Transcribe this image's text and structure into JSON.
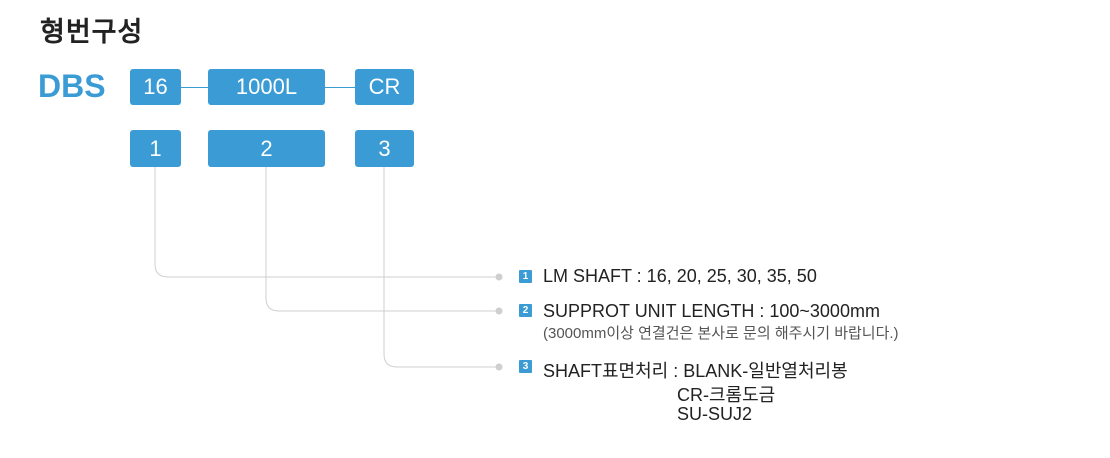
{
  "title": "형번구성",
  "model": "DBS",
  "code_parts": [
    "16",
    "1000L",
    "CR"
  ],
  "part_numbers": [
    "1",
    "2",
    "3"
  ],
  "items": [
    {
      "badge": "1",
      "text": "LM SHAFT : 16, 20, 25, 30, 35, 50"
    },
    {
      "badge": "2",
      "text": "SUPPROT UNIT LENGTH : 100~3000mm",
      "note": "(3000mm이상 연결건은 본사로 문의 해주시기 바랍니다.)"
    },
    {
      "badge": "3",
      "text": "SHAFT표면처리 : BLANK-일반열처리봉",
      "extra": [
        "CR-크롬도금",
        "SU-SUJ2"
      ]
    }
  ],
  "colors": {
    "accent": "#3a9bd5",
    "connector": "#cfcfcf"
  }
}
